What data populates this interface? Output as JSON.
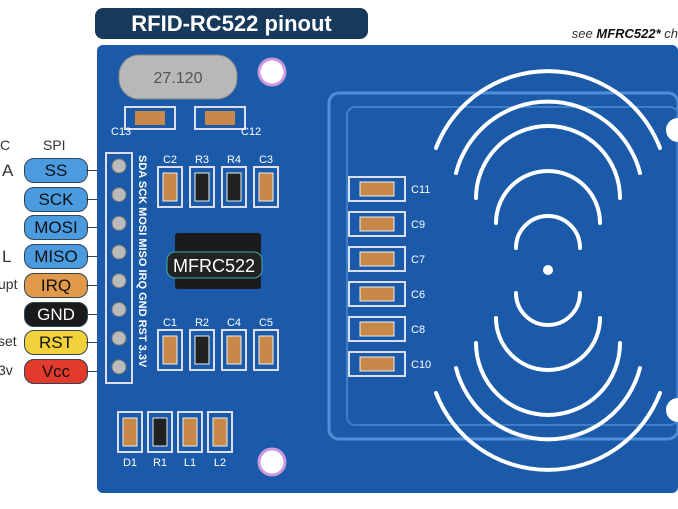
{
  "title": "RFID-RC522 pinout",
  "note_prefix": "see",
  "note_bold": "MFRC522*",
  "note_suffix": " ch",
  "headers": {
    "left_cut": "C",
    "spi": "SPI"
  },
  "pins": [
    {
      "label": "SS",
      "side": "A",
      "color": "#4a9be0"
    },
    {
      "label": "SCK",
      "side": "",
      "color": "#4a9be0"
    },
    {
      "label": "MOSI",
      "side": "",
      "color": "#4a9be0"
    },
    {
      "label": "MISO",
      "side": "L",
      "color": "#4a9be0"
    },
    {
      "label": "IRQ",
      "side": "upt",
      "color": "#e09a4a"
    },
    {
      "label": "GND",
      "side": "",
      "color": "#1a1a1a"
    },
    {
      "label": "RST",
      "side": "set",
      "color": "#f2d23a"
    },
    {
      "label": "Vcc",
      "side": "3v",
      "color": "#e43a2c"
    }
  ],
  "board": {
    "chip": "MFRC522",
    "crystal": "27.120",
    "silk_pins": "SDA SCK MOSI MISO IRQ GND RST 3.3V",
    "components_top": [
      "C2",
      "R3",
      "R4",
      "C3"
    ],
    "components_bottom": [
      "C1",
      "R2",
      "C4",
      "C5"
    ],
    "components_left": [
      "C13",
      "C12"
    ],
    "components_column": [
      "C11",
      "C9",
      "C7",
      "C6",
      "C8",
      "C10"
    ],
    "components_footer": [
      "D1",
      "R1",
      "L1",
      "L2"
    ],
    "color": "#1a5aa8"
  }
}
